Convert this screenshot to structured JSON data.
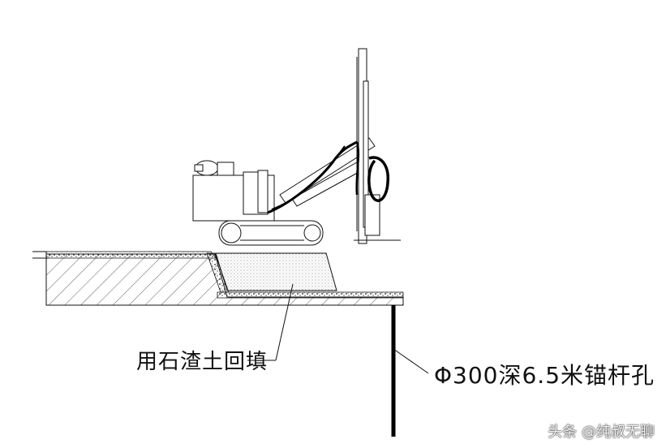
{
  "labels": {
    "backfill": "用石渣土回填",
    "anchor_hole": "Φ300深6.5米锚杆孔"
  },
  "watermark": "头条 @纯叔无聊",
  "colors": {
    "line": "#111111",
    "hatch": "#333333",
    "hose": "#000000",
    "background": "#ffffff"
  }
}
